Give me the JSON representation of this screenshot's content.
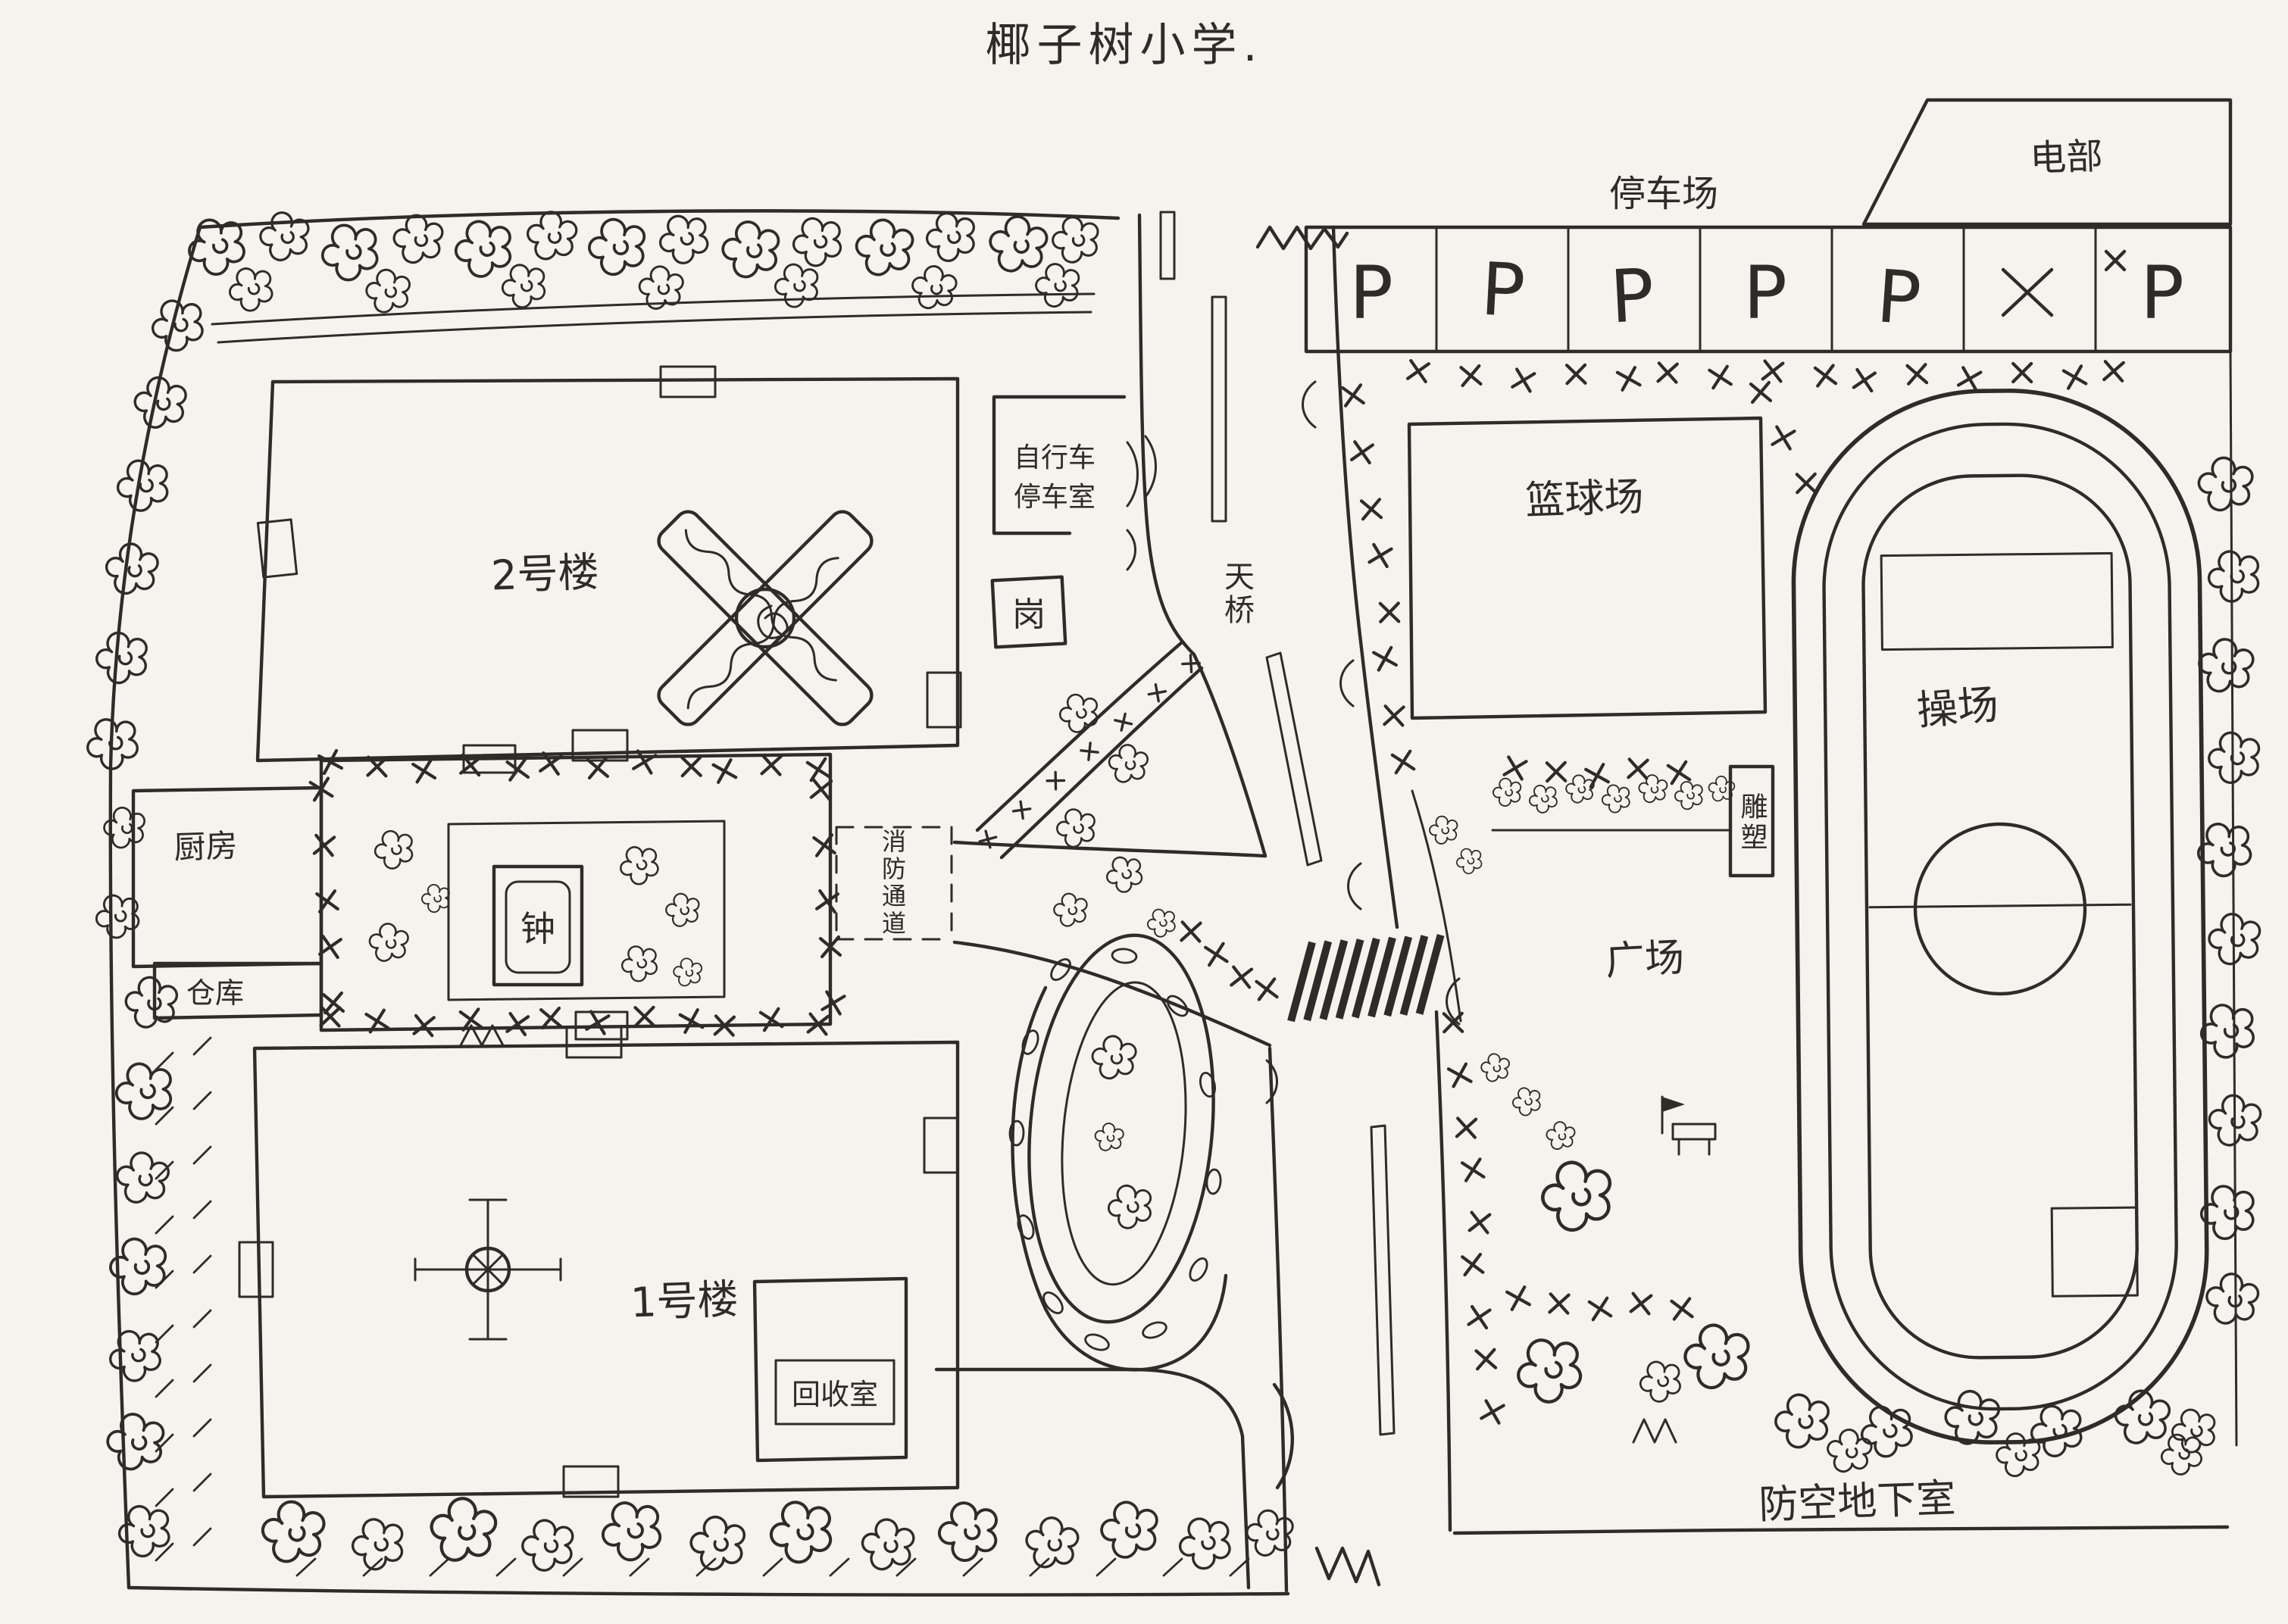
{
  "title": "椰子树小学.",
  "colors": {
    "ink": "#2e2c28",
    "paper": "#f5f3ed"
  },
  "labels": {
    "building2": "2号楼",
    "building1": "1号楼",
    "kitchen": "厨房",
    "warehouse": "仓库",
    "bell": "钟",
    "recycle_room": "回收室",
    "bike_shed_line1": "自行车",
    "bike_shed_line2": "停车室",
    "guard_post": "岗",
    "fire_lane": "消防通道",
    "footbridge": "天桥",
    "parking_lot": "停车场",
    "parking_stall": "P",
    "post_office": "电部",
    "basketball_court": "篮球场",
    "sports_field": "操场",
    "plaza": "广场",
    "sculpture": "雕塑",
    "air_raid_basement": "防空地下室"
  }
}
